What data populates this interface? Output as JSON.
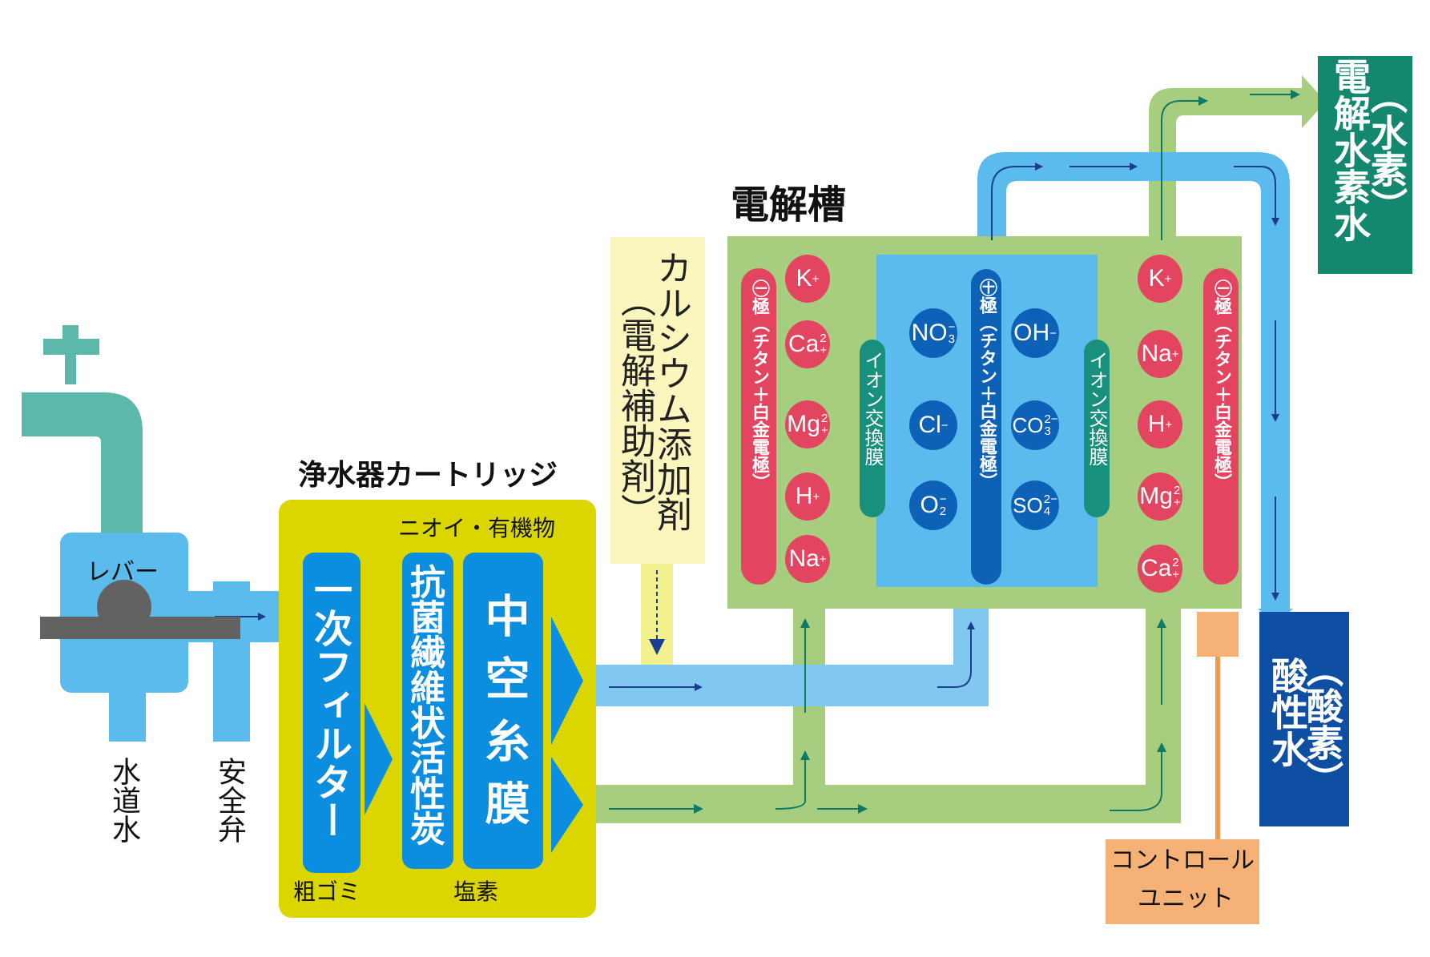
{
  "colors": {
    "tap": "#5bb8aa",
    "water_blue": "#5abbec",
    "cartridge": "#dcd600",
    "filter_blue": "#0b8ee0",
    "green_pipe": "#a7cd7e",
    "additive": "#fbf6bd",
    "cell_green": "#a7cd7e",
    "cell_blue": "#5abbec",
    "red_ion": "#e34561",
    "blue_ion": "#0d62b8",
    "membrane_teal": "#19907d",
    "hydrogen_box": "#13886f",
    "acid_box": "#0e4fa3",
    "control_orange": "#f6b276",
    "control_line": "#f39a4a"
  },
  "labels": {
    "lever": "レバー",
    "tap_water": "水道水",
    "safety_valve": "安全弁",
    "cartridge_title": "浄水器カートリッジ",
    "odor_organic": "ニオイ・有機物",
    "filter1": "一次フィルター",
    "filter2": "抗菌繊維状活性炭",
    "filter3": "中空糸膜",
    "coarse_dust": "粗ゴミ",
    "chlorine": "塩素",
    "additive_line1": "カルシウム添加剤",
    "additive_line2": "（電解補助剤）",
    "cell_title": "電解槽",
    "minus_electrode": "㊀極（チタン＋白金電極）",
    "plus_electrode": "㊉極（チタン＋白金電極）",
    "membrane": "イオン交換膜",
    "hydrogen_water": "電解水素水",
    "hydrogen_paren": "（水素）",
    "acidic_water": "酸性水",
    "acidic_paren": "（酸素）",
    "control_line1": "コントロール",
    "control_line2": "ユニット"
  },
  "ions": {
    "left_cations": [
      "K+",
      "Ca2+",
      "Mg2+",
      "H+",
      "Na+"
    ],
    "anions_col1": [
      "NO3−",
      "Cl−",
      "O2−"
    ],
    "anions_col2": [
      "OH−",
      "CO32−",
      "SO42−"
    ],
    "right_cations": [
      "K+",
      "Na+",
      "H+",
      "Mg2+",
      "Ca2+"
    ]
  }
}
